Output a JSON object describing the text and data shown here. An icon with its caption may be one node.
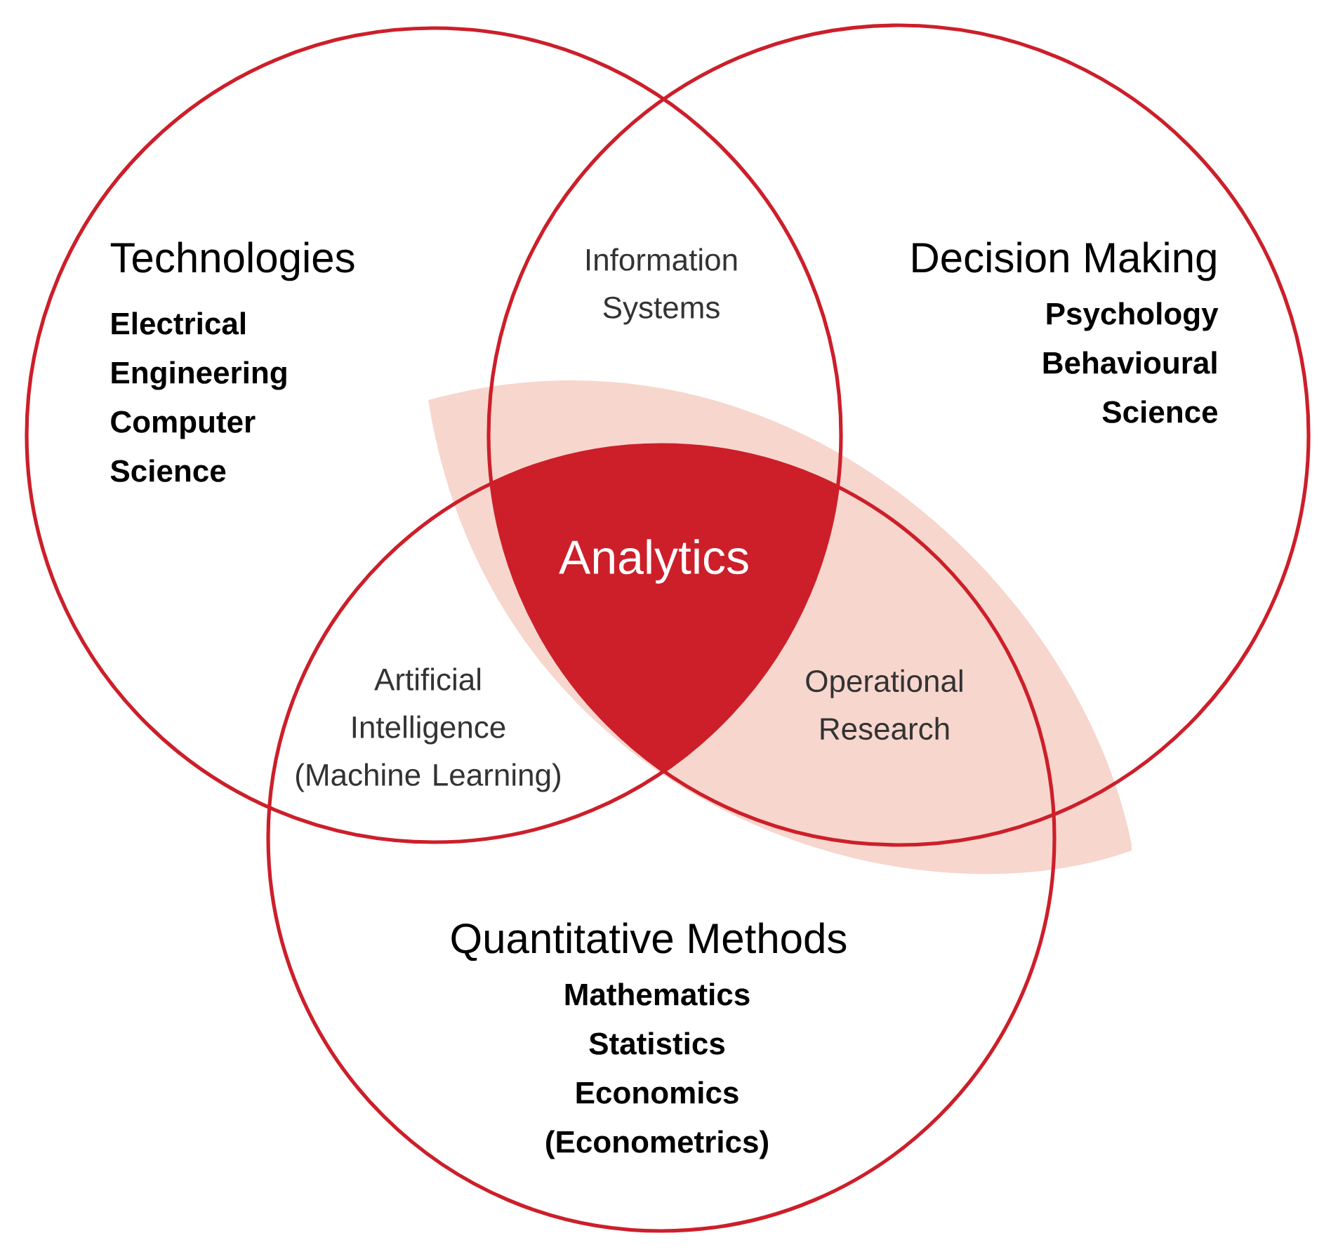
{
  "diagram": {
    "nodes": [
      {
        "text": [
          "Technologies",
          "Electrical Engineering Computer Science"
        ]
      },
      {
        "text": [
          "Decision Making",
          "Psychology Behavioural Science"
        ]
      },
      {
        "text": [
          "Quantitative Methods",
          "Mathematics Statistics Economics (Econometrics)"
        ]
      },
      {
        "text": [
          "Analytics"
        ]
      }
    ],
    "labels": [
      "Information Systems",
      "Artificial Intelligence (Machine Learning)",
      "Operational Research"
    ]
  }
}
